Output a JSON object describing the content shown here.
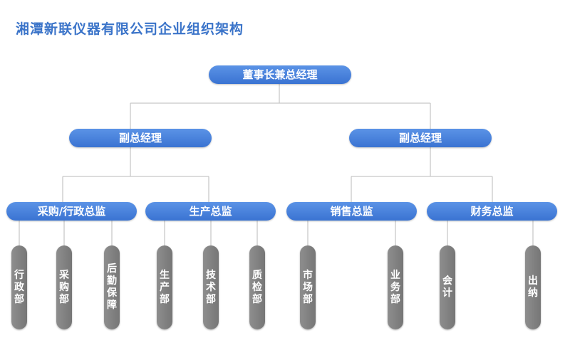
{
  "title": "湘潭新联仪器有限公司企业组织架构",
  "colors": {
    "title": "#3b74c9",
    "node_blue": "#4a84dc",
    "node_gray": "#838383",
    "line": "#c8c8c8"
  },
  "org": {
    "top": "董事长兼总经理",
    "vp_left": "副总经理",
    "vp_right": "副总经理",
    "directors": {
      "procurement": "采购/行政总监",
      "production": "生产总监",
      "sales": "销售总监",
      "finance": "财务总监"
    },
    "departments": {
      "admin": "行政部",
      "purchasing": "采购部",
      "logistics": "后勤保障",
      "production": "生产部",
      "technology": "技术部",
      "quality": "质检部",
      "market": "市场部",
      "business": "业务部",
      "accounting": "会计",
      "cashier": "出纳"
    }
  }
}
